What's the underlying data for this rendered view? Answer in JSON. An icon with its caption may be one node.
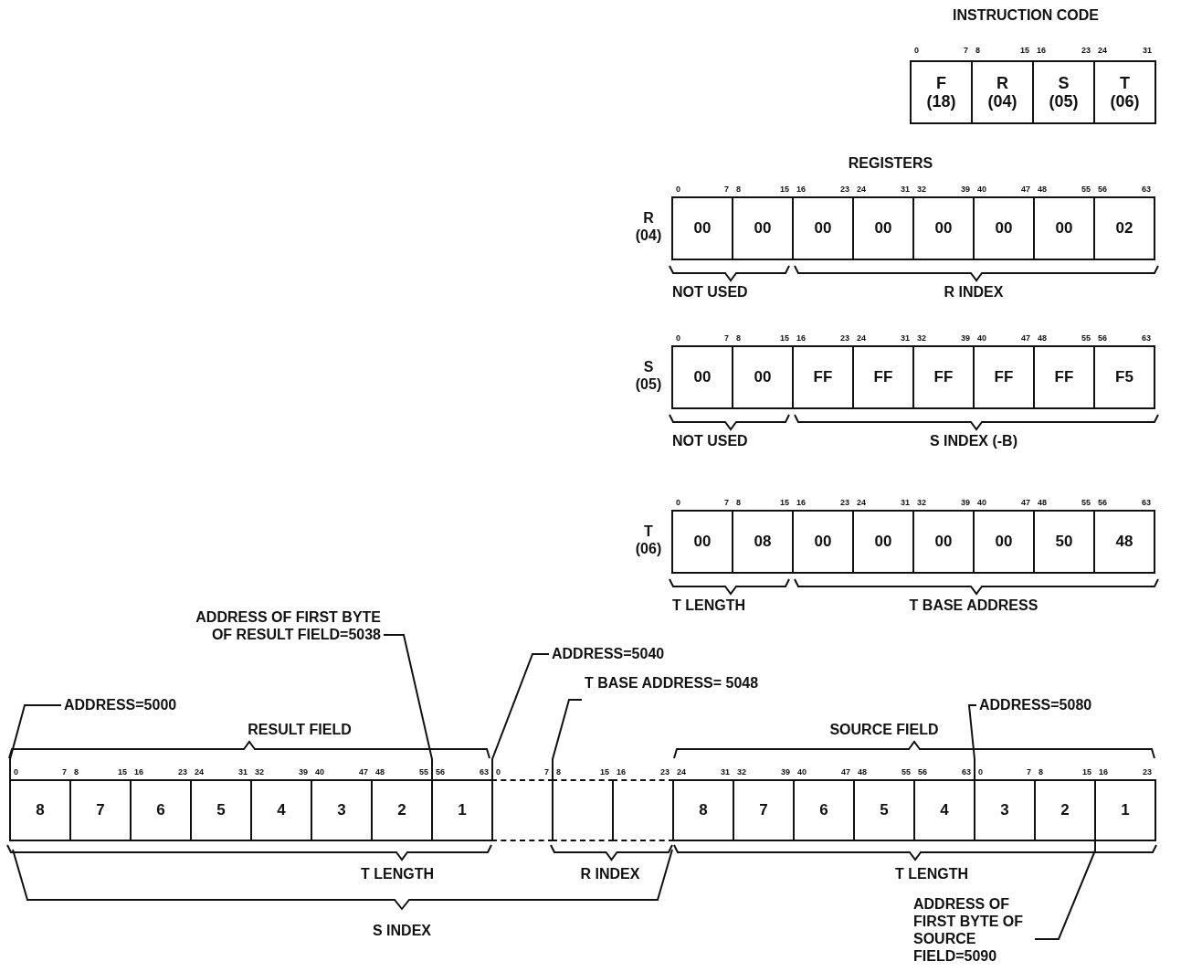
{
  "diagram": {
    "nodes": [
      {
        "text": [
          "F (18)"
        ]
      },
      {
        "text": [
          "R (04)"
        ]
      },
      {
        "text": [
          "S (05)"
        ]
      },
      {
        "text": [
          "T (06)"
        ]
      },
      {
        "text": [
          "00"
        ]
      },
      {
        "text": [
          "00"
        ]
      },
      {
        "text": [
          "00"
        ]
      },
      {
        "text": [
          "00"
        ]
      },
      {
        "text": [
          "00"
        ]
      },
      {
        "text": [
          "00"
        ]
      },
      {
        "text": [
          "00"
        ]
      },
      {
        "text": [
          "02"
        ]
      },
      {
        "text": [
          "00"
        ]
      },
      {
        "text": [
          "00"
        ]
      },
      {
        "text": [
          "FF"
        ]
      },
      {
        "text": [
          "FF"
        ]
      },
      {
        "text": [
          "FF"
        ]
      },
      {
        "text": [
          "FF"
        ]
      },
      {
        "text": [
          "FF"
        ]
      },
      {
        "text": [
          "F5"
        ]
      },
      {
        "text": [
          "00"
        ]
      },
      {
        "text": [
          "08"
        ]
      },
      {
        "text": [
          "00"
        ]
      },
      {
        "text": [
          "00"
        ]
      },
      {
        "text": [
          "00"
        ]
      },
      {
        "text": [
          "00"
        ]
      },
      {
        "text": [
          "50"
        ]
      },
      {
        "text": [
          "48"
        ]
      },
      {
        "text": [
          "8"
        ]
      },
      {
        "text": [
          "7"
        ]
      },
      {
        "text": [
          "6"
        ]
      },
      {
        "text": [
          "5"
        ]
      },
      {
        "text": [
          "4"
        ]
      },
      {
        "text": [
          "3"
        ]
      },
      {
        "text": [
          "2"
        ]
      },
      {
        "text": [
          "1"
        ]
      },
      {
        "text": [],
        "shape": "box"
      },
      {
        "text": [],
        "shape": "box"
      },
      {
        "text": [],
        "shape": "box"
      },
      {
        "text": [
          "8"
        ]
      },
      {
        "text": [
          "7"
        ]
      },
      {
        "text": [
          "6"
        ]
      },
      {
        "text": [
          "5"
        ]
      },
      {
        "text": [
          "4"
        ]
      },
      {
        "text": [
          "3"
        ]
      },
      {
        "text": [
          "2"
        ]
      },
      {
        "text": [
          "1"
        ]
      },
      {
        "text": [
          "ADDRESS=5000"
        ]
      },
      {
        "text": [
          "ADDRESS OF FIRST BYTE OF RESULT FIELD=5038"
        ]
      },
      {
        "text": [
          "ADDRESS=5040"
        ]
      },
      {
        "text": [
          "T BASE ADDRESS= 5048"
        ]
      },
      {
        "text": [
          "ADDRESS=5080"
        ]
      },
      {
        "text": [
          "ADDRESS OF FIRST BYTE OF SOURCE FIELD=5090"
        ]
      }
    ],
    "edges": [
      {
        "from": 47,
        "to": 28,
        "arrow": "none"
      },
      {
        "from": 48,
        "to": 34,
        "arrow": "none"
      },
      {
        "from": 49,
        "to": 35,
        "arrow": "none"
      },
      {
        "from": 50,
        "to": 36,
        "arrow": "none"
      },
      {
        "from": 51,
        "to": 43,
        "arrow": "none"
      },
      {
        "from": 52,
        "to": 45,
        "arrow": "none"
      }
    ],
    "labels": [
      "INSTRUCTION CODE",
      "0",
      "7",
      "8",
      "15",
      "16",
      "23",
      "24",
      "31",
      "REGISTERS",
      "0",
      "7",
      "8",
      "15",
      "16",
      "23",
      "24",
      "31",
      "32",
      "39",
      "40",
      "47",
      "48",
      "55",
      "56",
      "63",
      "R (04)",
      "NOT USED",
      "R INDEX",
      "0",
      "7",
      "8",
      "15",
      "16",
      "23",
      "24",
      "31",
      "32",
      "39",
      "40",
      "47",
      "48",
      "55",
      "56",
      "63",
      "S (05)",
      "NOT USED",
      "S INDEX (-B)",
      "0",
      "7",
      "8",
      "15",
      "16",
      "23",
      "24",
      "31",
      "32",
      "39",
      "40",
      "47",
      "48",
      "55",
      "56",
      "63",
      "T (06)",
      "T LENGTH",
      "T BASE ADDRESS",
      "RESULT FIELD",
      "SOURCE FIELD",
      "0",
      "7",
      "8",
      "15",
      "16",
      "23",
      "24",
      "31",
      "32",
      "39",
      "40",
      "47",
      "48",
      "55",
      "56",
      "63",
      "0",
      "7",
      "8",
      "15",
      "16",
      "23",
      "24",
      "31",
      "32",
      "39",
      "40",
      "47",
      "48",
      "55",
      "56",
      "63",
      "0",
      "7",
      "8",
      "15",
      "16",
      "23",
      "T LENGTH",
      "R INDEX",
      "T LENGTH",
      "S INDEX"
    ]
  }
}
